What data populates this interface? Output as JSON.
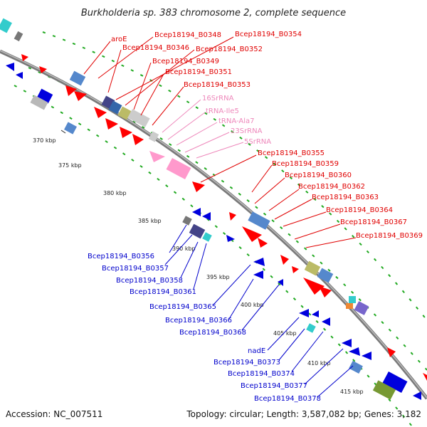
{
  "title": "Burkholderia sp. 383 chromosome 2, complete sequence",
  "footer": {
    "accession": "Accession: NC_007511",
    "summary": "Topology: circular; Length: 3,587,082 bp; Genes: 3,182"
  },
  "colors": {
    "forward_gene": "#ff0000",
    "reverse_gene": "#0000dd",
    "rrna_trna": "#ff99cc",
    "backbone": "#888888",
    "dotted_guides": "#22aa22"
  },
  "ticks": [
    "370 kbp",
    "375 kbp",
    "380 kbp",
    "385 kbp",
    "390 kbp",
    "395 kbp",
    "400 kbp",
    "405 kbp",
    "410 kbp",
    "415 kbp"
  ],
  "labels_forward": [
    "aroE",
    "Bcep18194_B0348",
    "Bcep18194_B0346",
    "Bcep18194_B0354",
    "Bcep18194_B0352",
    "Bcep18194_B0349",
    "Bcep18194_B0351",
    "Bcep18194_B0353",
    "Bcep18194_B0355",
    "Bcep18194_B0359",
    "Bcep18194_B0360",
    "Bcep18194_B0362",
    "Bcep18194_B0363",
    "Bcep18194_B0364",
    "Bcep18194_B0367",
    "Bcep18194_B0369"
  ],
  "labels_rna": [
    "16SrRNA",
    "tRNA-Ile5",
    "tRNA-Ala7",
    "23SrRNA",
    "5SrRNA"
  ],
  "labels_reverse": [
    "Bcep18194_B0356",
    "Bcep18194_B0357",
    "Bcep18194_B0358",
    "Bcep18194_B0361",
    "Bcep18194_B0365",
    "Bcep18194_B0366",
    "Bcep18194_B0368",
    "nadE",
    "Bcep18194_B0373",
    "Bcep18194_B0374",
    "Bcep18194_B0377",
    "Bcep18194_B0378"
  ]
}
